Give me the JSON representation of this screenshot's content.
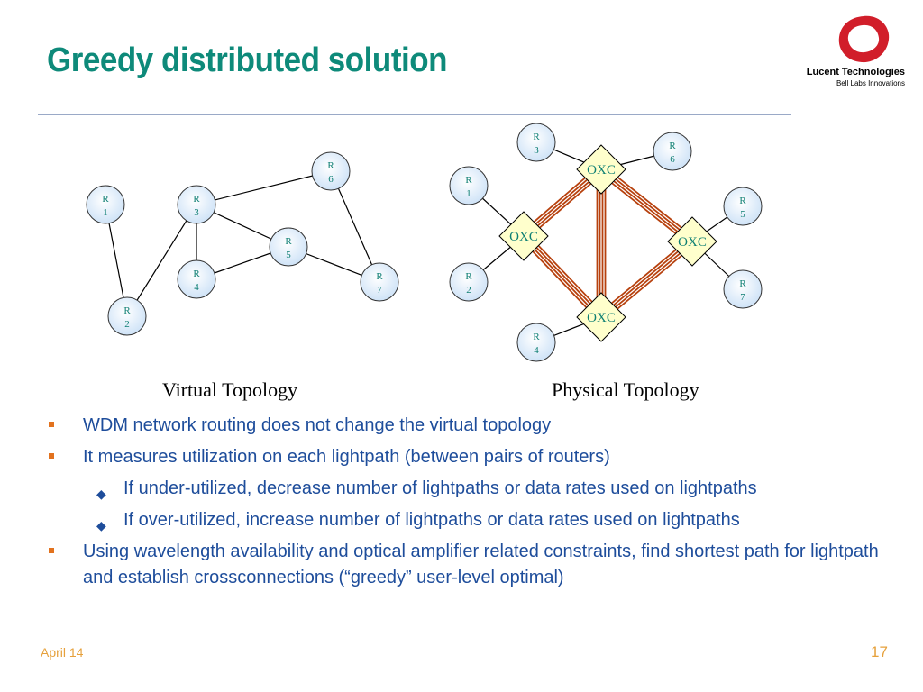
{
  "slide": {
    "title": "Greedy distributed solution",
    "logo": {
      "name": "Lucent Technologies",
      "tagline": "Bell Labs Innovations"
    },
    "footer": {
      "date": "April 14",
      "page": "17"
    }
  },
  "virtual_topology": {
    "caption": "Virtual Topology",
    "routers": [
      {
        "id": "r1",
        "line1": "R",
        "line2": "1"
      },
      {
        "id": "r2",
        "line1": "R",
        "line2": "2"
      },
      {
        "id": "r3",
        "line1": "R",
        "line2": "3"
      },
      {
        "id": "r4",
        "line1": "R",
        "line2": "4"
      },
      {
        "id": "r5",
        "line1": "R",
        "line2": "5"
      },
      {
        "id": "r6",
        "line1": "R",
        "line2": "6"
      },
      {
        "id": "r7",
        "line1": "R",
        "line2": "7"
      }
    ],
    "links": [
      [
        "r1",
        "r2"
      ],
      [
        "r2",
        "r3"
      ],
      [
        "r3",
        "r4"
      ],
      [
        "r3",
        "r5"
      ],
      [
        "r3",
        "r6"
      ],
      [
        "r4",
        "r5"
      ],
      [
        "r5",
        "r7"
      ],
      [
        "r6",
        "r7"
      ]
    ]
  },
  "physical_topology": {
    "caption": "Physical Topology",
    "routers": [
      {
        "id": "r1",
        "line1": "R",
        "line2": "1"
      },
      {
        "id": "r2",
        "line1": "R",
        "line2": "2"
      },
      {
        "id": "r3",
        "line1": "R",
        "line2": "3"
      },
      {
        "id": "r4",
        "line1": "R",
        "line2": "4"
      },
      {
        "id": "r5",
        "line1": "R",
        "line2": "5"
      },
      {
        "id": "r6",
        "line1": "R",
        "line2": "6"
      },
      {
        "id": "r7",
        "line1": "R",
        "line2": "7"
      }
    ],
    "switches": [
      {
        "id": "oxc-top",
        "label": "OXC"
      },
      {
        "id": "oxc-left",
        "label": "OXC"
      },
      {
        "id": "oxc-right",
        "label": "OXC"
      },
      {
        "id": "oxc-bottom",
        "label": "OXC"
      }
    ],
    "access_links": [
      [
        "r1",
        "oxc-left"
      ],
      [
        "r2",
        "oxc-left"
      ],
      [
        "r3",
        "oxc-top"
      ],
      [
        "r6",
        "oxc-top"
      ],
      [
        "r5",
        "oxc-right"
      ],
      [
        "r7",
        "oxc-right"
      ],
      [
        "r4",
        "oxc-bottom"
      ]
    ],
    "fiber_links": [
      [
        "oxc-top",
        "oxc-left"
      ],
      [
        "oxc-top",
        "oxc-right"
      ],
      [
        "oxc-top",
        "oxc-bottom"
      ],
      [
        "oxc-left",
        "oxc-bottom"
      ],
      [
        "oxc-right",
        "oxc-bottom"
      ]
    ]
  },
  "bullets": [
    {
      "level": 1,
      "text": "WDM network routing does not change the virtual topology"
    },
    {
      "level": 1,
      "text": "It measures utilization on each lightpath (between pairs of routers)"
    },
    {
      "level": 2,
      "text": "If under-utilized, decrease number of lightpaths or data rates used on lightpaths"
    },
    {
      "level": 2,
      "text": "If over-utilized, increase number of lightpaths or data rates used on lightpaths"
    },
    {
      "level": 1,
      "text": "Using wavelength availability and optical amplifier related constraints, find shortest path for lightpath and establish crossconnections (“greedy” user-level optimal)"
    }
  ],
  "colors": {
    "title": "#0e8a7a",
    "bullet_text": "#1e4d9b",
    "bullet_marker": "#e2721e",
    "node_fill": "#e6f1fb",
    "oxc_fill": "#ffffcc",
    "fiber": "#b7410e",
    "logo_red": "#d11e2a",
    "footer": "#e6a13c"
  }
}
